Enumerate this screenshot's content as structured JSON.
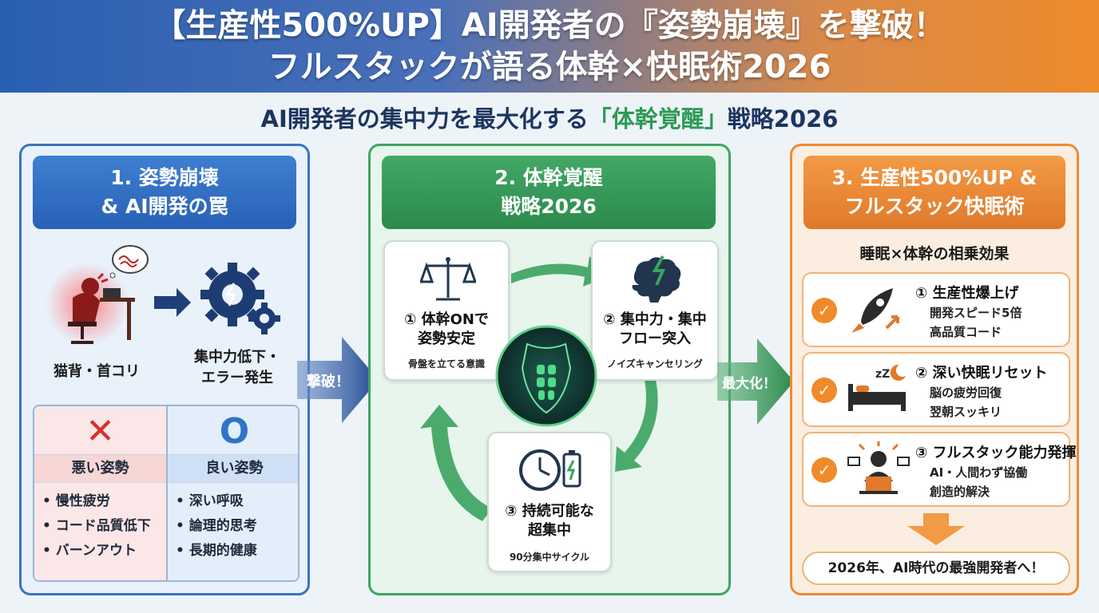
{
  "header": {
    "line1": "【生産性500%UP】AI開発者の『姿勢崩壊』を撃破！",
    "line2": "フルスタックが語る体幹×快眠術2026"
  },
  "subtitle": {
    "pre": "AI開発者の集中力を最大化する",
    "highlight": "「体幹覚醒」",
    "post": "戦略2026"
  },
  "panel1": {
    "title_line1": "1. 姿勢崩壊",
    "title_line2": "& AI開発の罠",
    "left_label": "猫背・首コリ",
    "right_label_line1": "集中力低下・",
    "right_label_line2": "エラー発生",
    "bad": {
      "mark": "✕",
      "heading": "悪い姿勢",
      "items": [
        "慢性疲労",
        "コード品質低下",
        "バーンアウト"
      ]
    },
    "good": {
      "mark": "O",
      "heading": "良い姿勢",
      "items": [
        "深い呼吸",
        "論理的思考",
        "長期的健康"
      ]
    }
  },
  "arrow1": "撃破！",
  "panel2": {
    "title_line1": "2. 体幹覚醒",
    "title_line2": "戦略2026",
    "cards": [
      {
        "title_line1": "① 体幹ONで",
        "title_line2": "姿勢安定",
        "sub": "骨盤を立てる意識",
        "icon": "scale-icon"
      },
      {
        "title_line1": "② 集中力・集中",
        "title_line2": "フロー突入",
        "sub": "ノイズキャンセリング",
        "icon": "brain-icon"
      },
      {
        "title_line1": "③ 持続可能な",
        "title_line2": "超集中",
        "sub": "90分集中サイクル",
        "icon": "clock-battery-icon"
      }
    ]
  },
  "arrow2": "最大化！",
  "panel3": {
    "title_line1": "3. 生産性500%UP &",
    "title_line2": "フルスタック快眠術",
    "subheading": "睡眠×体幹の相乗効果",
    "items": [
      {
        "title": "① 生産性爆上げ",
        "d1": "開発スピード5倍",
        "d2": "高品質コード",
        "icon": "rocket-icon"
      },
      {
        "title": "② 深い快眠リセット",
        "d1": "脳の疲労回復",
        "d2": "翌朝スッキリ",
        "icon": "bed-icon"
      },
      {
        "title": "③ フルスタック能力発揮",
        "d1": "AI・人間わず協働",
        "d2": "創造的解決",
        "icon": "developer-icon"
      }
    ],
    "check": "✓",
    "final": "2026年、AI時代の最強開発者へ！"
  },
  "colors": {
    "blue": "#3a72c4",
    "green": "#3fa463",
    "orange": "#ee8a35",
    "red": "#d9302c"
  }
}
